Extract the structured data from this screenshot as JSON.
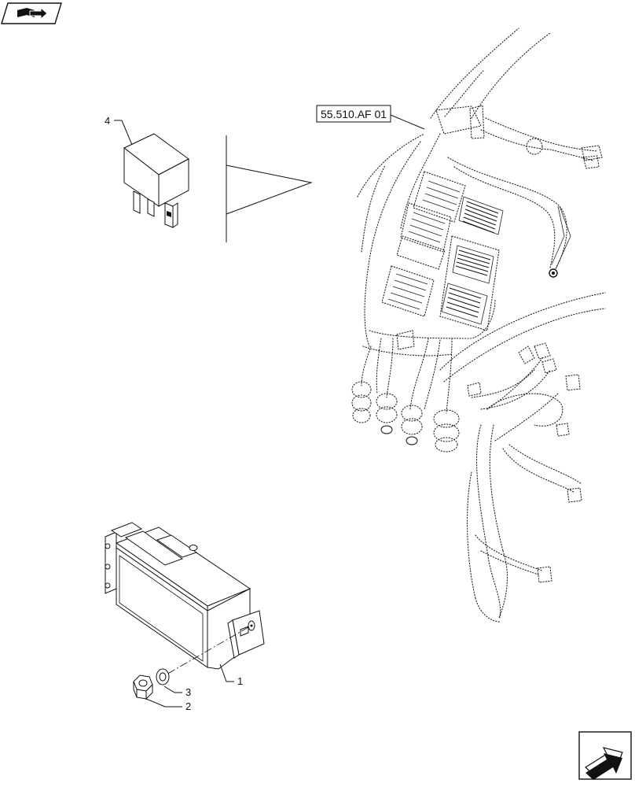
{
  "reference_box": {
    "label": "55.510.AF 01"
  },
  "callouts": [
    {
      "id": "4",
      "label": "4",
      "part": "relay"
    },
    {
      "id": "1",
      "label": "1",
      "part": "control-module"
    },
    {
      "id": "3",
      "label": "3",
      "part": "washer"
    },
    {
      "id": "2",
      "label": "2",
      "part": "nut"
    }
  ],
  "icons": {
    "top_left": "book-with-arrow-icon",
    "bottom_right": "next-page-arrow-icon"
  }
}
